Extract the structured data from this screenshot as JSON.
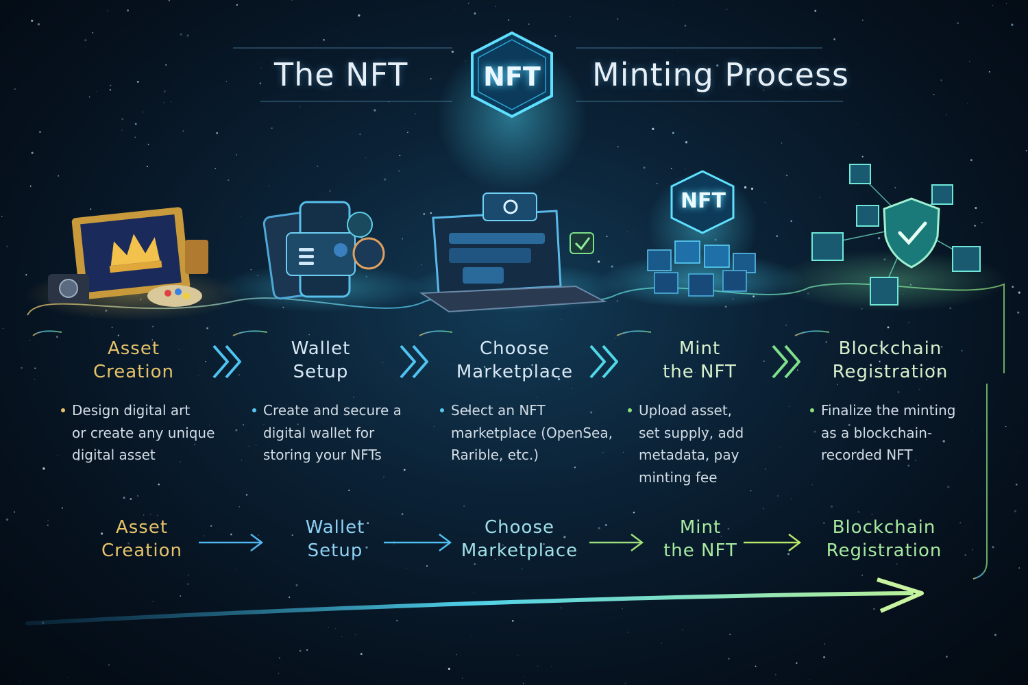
{
  "title": {
    "left": "The NFT",
    "badge": "NFT",
    "right": "Minting Process"
  },
  "colors": {
    "gold": "#e6c36a",
    "cyan": "#56c8f0",
    "green": "#8ee07a",
    "text": "#dfe9f2"
  },
  "steps": [
    {
      "title_line1": "Asset",
      "title_line2": "Creation",
      "bullet": [
        "Design digital art",
        "or create any unique",
        "digital asset"
      ],
      "icon": "framed-crown-art-icon",
      "color": "#e6c36a"
    },
    {
      "title_line1": "Wallet",
      "title_line2": "Setup",
      "bullet": [
        "Create and secure a",
        "digital wallet for",
        "storing your NFTs"
      ],
      "icon": "wallet-phone-icon",
      "color": "#cfe4f2"
    },
    {
      "title_line1": "Choose",
      "title_line2": "Marketplace",
      "bullet": [
        "Select an NFT",
        "marketplace (OpenSea,",
        "Rarible, etc.)"
      ],
      "icon": "laptop-marketplace-icon",
      "color": "#cfe4f2"
    },
    {
      "title_line1": "Mint",
      "title_line2": "the NFT",
      "bullet": [
        "Upload asset,",
        "set supply, add",
        "metadata, pay",
        "minting fee"
      ],
      "icon": "nft-cubes-icon",
      "color": "#d2f0c8",
      "badge": "NFT"
    },
    {
      "title_line1": "Blockchain",
      "title_line2": "Registration",
      "bullet": [
        "Finalize the minting",
        "as a blockchain-",
        "recorded NFT"
      ],
      "icon": "blockchain-shield-icon",
      "color": "#d2f0c8"
    }
  ],
  "flow": [
    {
      "line1": "Asset",
      "line2": "Creation",
      "color": "#e6c36a"
    },
    {
      "line1": "Wallet",
      "line2": "Setup",
      "color": "#8fd2f5"
    },
    {
      "line1": "Choose",
      "line2": "Marketplace",
      "color": "#9fe0e6"
    },
    {
      "line1": "Mint",
      "line2": "the NFT",
      "color": "#a7eaa0"
    },
    {
      "line1": "Blockchain",
      "line2": "Registration",
      "color": "#a7eaa0"
    }
  ]
}
